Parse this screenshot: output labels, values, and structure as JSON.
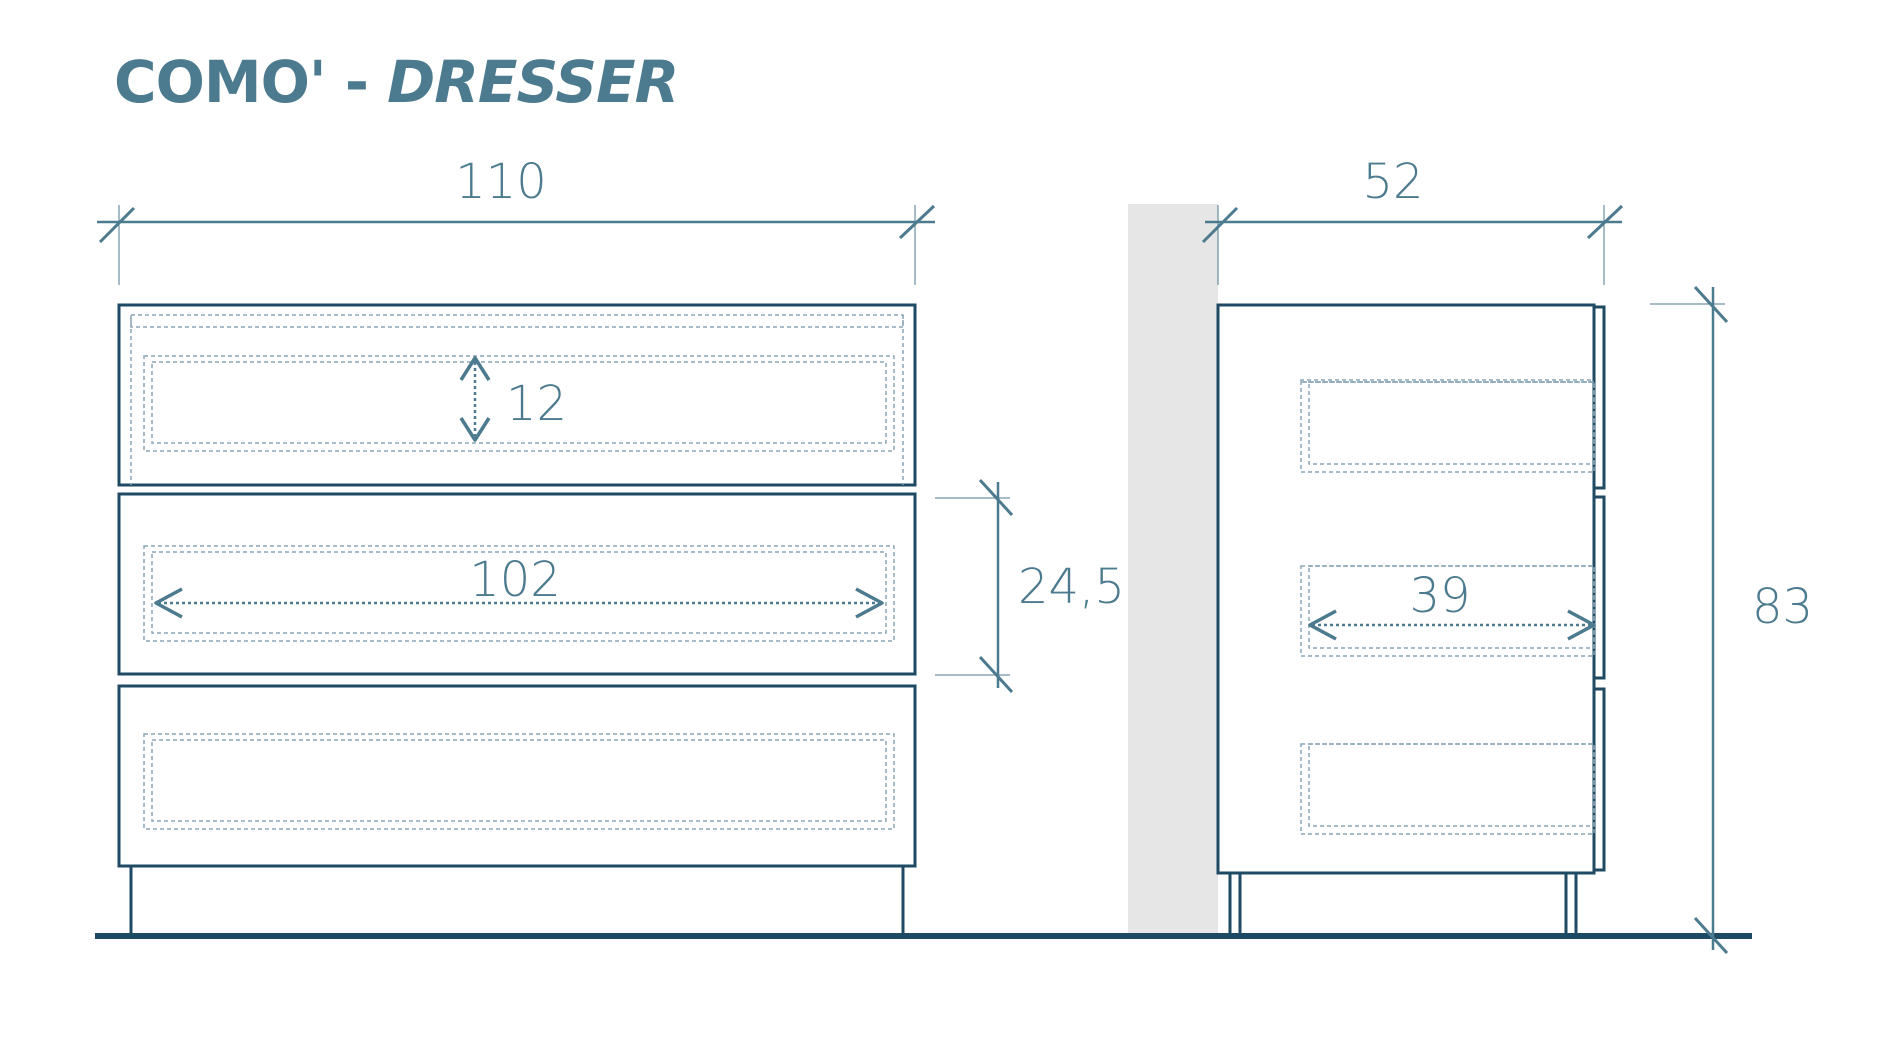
{
  "title": {
    "part1": "COMO' - ",
    "part2": "DRESSER"
  },
  "colors": {
    "line": "#1f4a63",
    "accent": "#4c7a8e",
    "dashed": "#8aa6b6",
    "wall": "#e6e6e6",
    "background": "#ffffff"
  },
  "dimensions": {
    "front_width": "110",
    "inner_width": "102",
    "handle_height": "12",
    "drawer_height": "24,5",
    "side_depth": "52",
    "inner_depth": "39",
    "total_height": "83"
  }
}
